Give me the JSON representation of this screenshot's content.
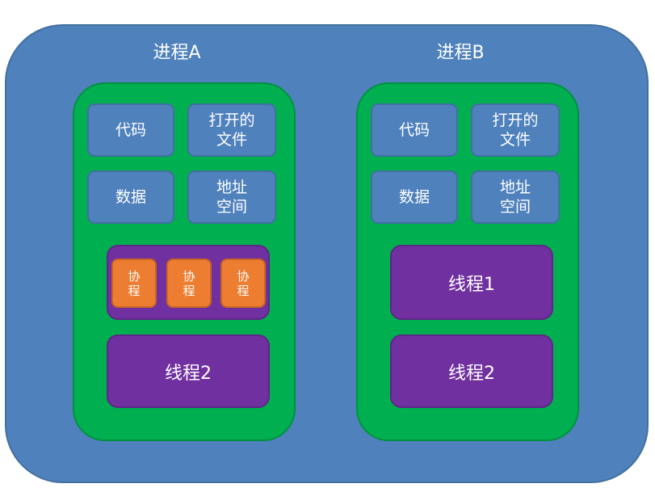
{
  "process_a": {
    "title": "进程A",
    "code": "代码",
    "open_files": [
      "打开的",
      "文件"
    ],
    "data": "数据",
    "address_space": [
      "地址",
      "空间"
    ],
    "coroutines": [
      [
        "协",
        "程"
      ],
      [
        "协",
        "程"
      ],
      [
        "协",
        "程"
      ]
    ],
    "thread2": "线程2"
  },
  "process_b": {
    "title": "进程B",
    "code": "代码",
    "open_files": [
      "打开的",
      "文件"
    ],
    "data": "数据",
    "address_space": [
      "地址",
      "空间"
    ],
    "thread1": "线程1",
    "thread2": "线程2"
  },
  "colors": {
    "outer_fill": "#4f81bd",
    "process_fill": "#00b050",
    "resource_fill": "#4f81bd",
    "thread_fill": "#7030a0",
    "coroutine_fill": "#ed7d31",
    "text": "#ffffff"
  }
}
